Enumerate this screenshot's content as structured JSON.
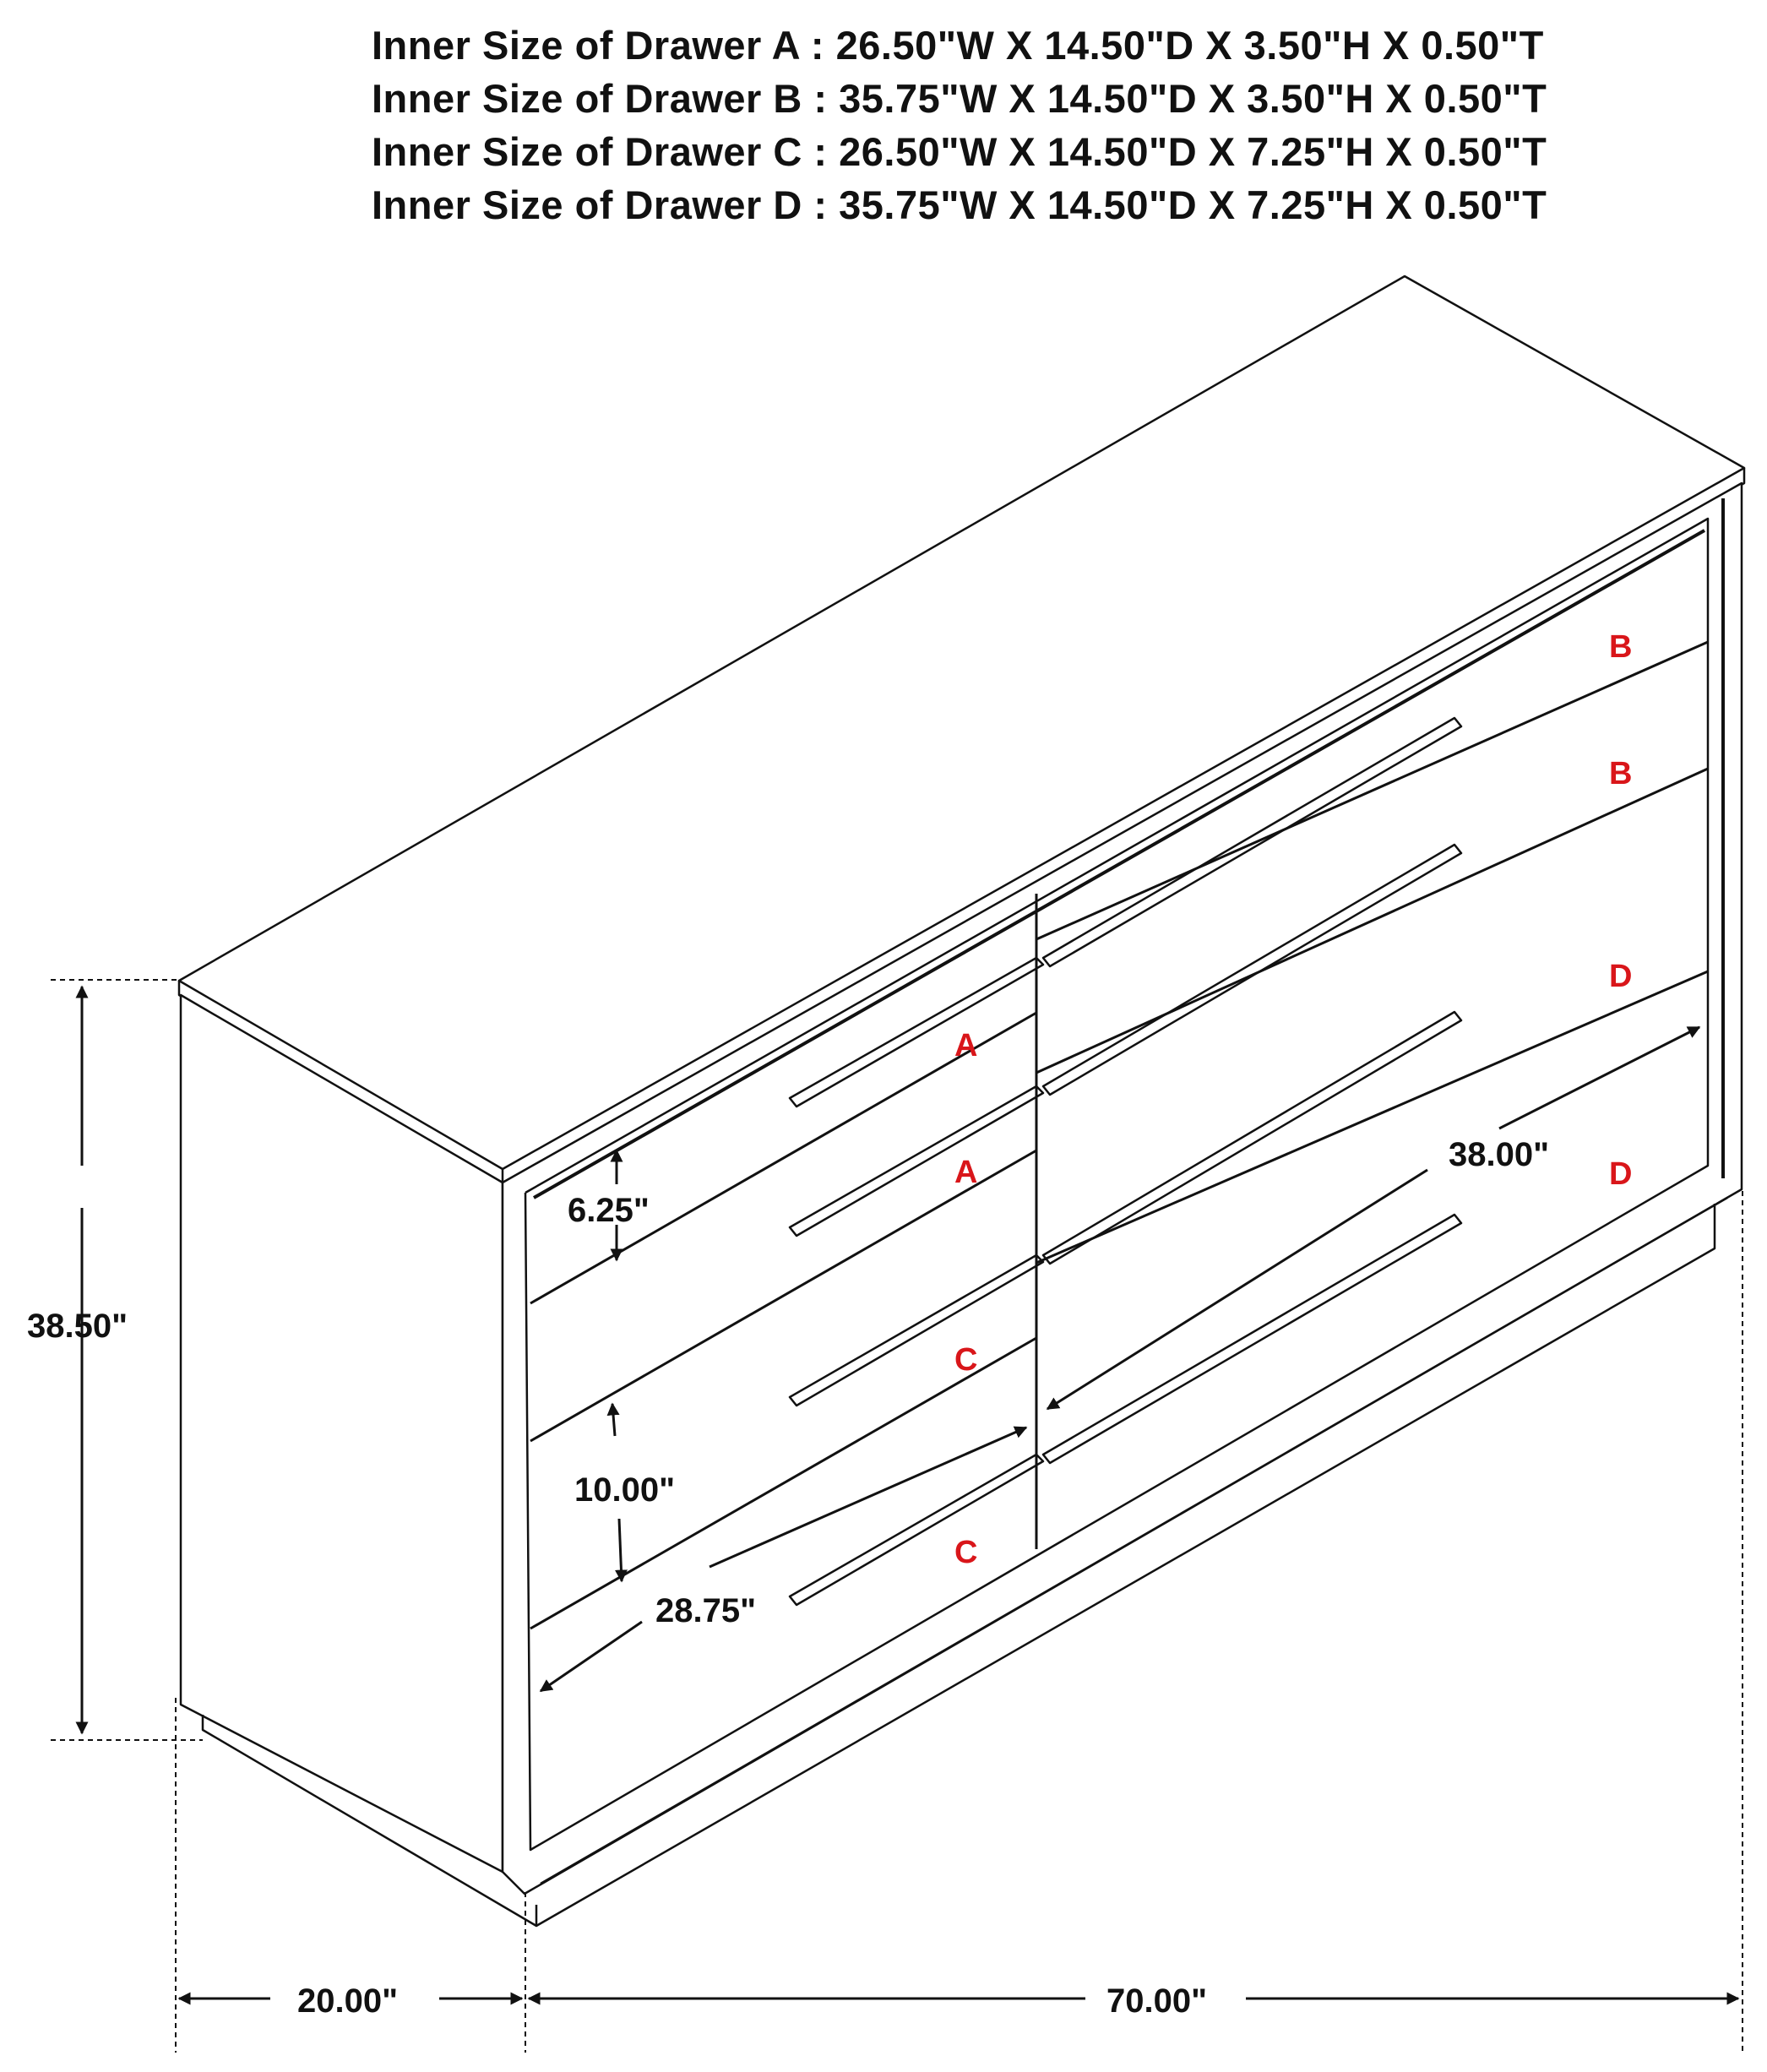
{
  "title_specs": [
    {
      "drawer": "A",
      "text": "Inner Size of Drawer A : 26.50\"W X 14.50\"D X 3.50\"H X 0.50\"T",
      "width": "26.50\"",
      "depth": "14.50\"",
      "height": "3.50\"",
      "thickness": "0.50\""
    },
    {
      "drawer": "B",
      "text": "Inner Size of Drawer B : 35.75\"W X 14.50\"D X 3.50\"H X 0.50\"T",
      "width": "35.75\"",
      "depth": "14.50\"",
      "height": "3.50\"",
      "thickness": "0.50\""
    },
    {
      "drawer": "C",
      "text": "Inner Size of Drawer C : 26.50\"W X 14.50\"D X 7.25\"H X 0.50\"T",
      "width": "26.50\"",
      "depth": "14.50\"",
      "height": "7.25\"",
      "thickness": "0.50\""
    },
    {
      "drawer": "D",
      "text": "Inner Size of Drawer D : 35.75\"W X 14.50\"D X 7.25\"H X 0.50\"T",
      "width": "35.75\"",
      "depth": "14.50\"",
      "height": "7.25\"",
      "thickness": "0.50\""
    }
  ],
  "dimensions": {
    "overall_height": "38.50\"",
    "overall_depth": "20.00\"",
    "overall_width": "70.00\"",
    "small_drawer_front_height": "6.25\"",
    "large_drawer_front_height": "10.00\"",
    "left_drawer_front_width": "28.75\"",
    "right_drawer_front_width": "38.00\""
  },
  "drawer_labels": {
    "left_column": [
      "A",
      "A",
      "C",
      "C"
    ],
    "right_column": [
      "B",
      "B",
      "D",
      "D"
    ]
  },
  "colors": {
    "line": "#111111",
    "label_red": "#d9161a",
    "background": "#ffffff"
  }
}
